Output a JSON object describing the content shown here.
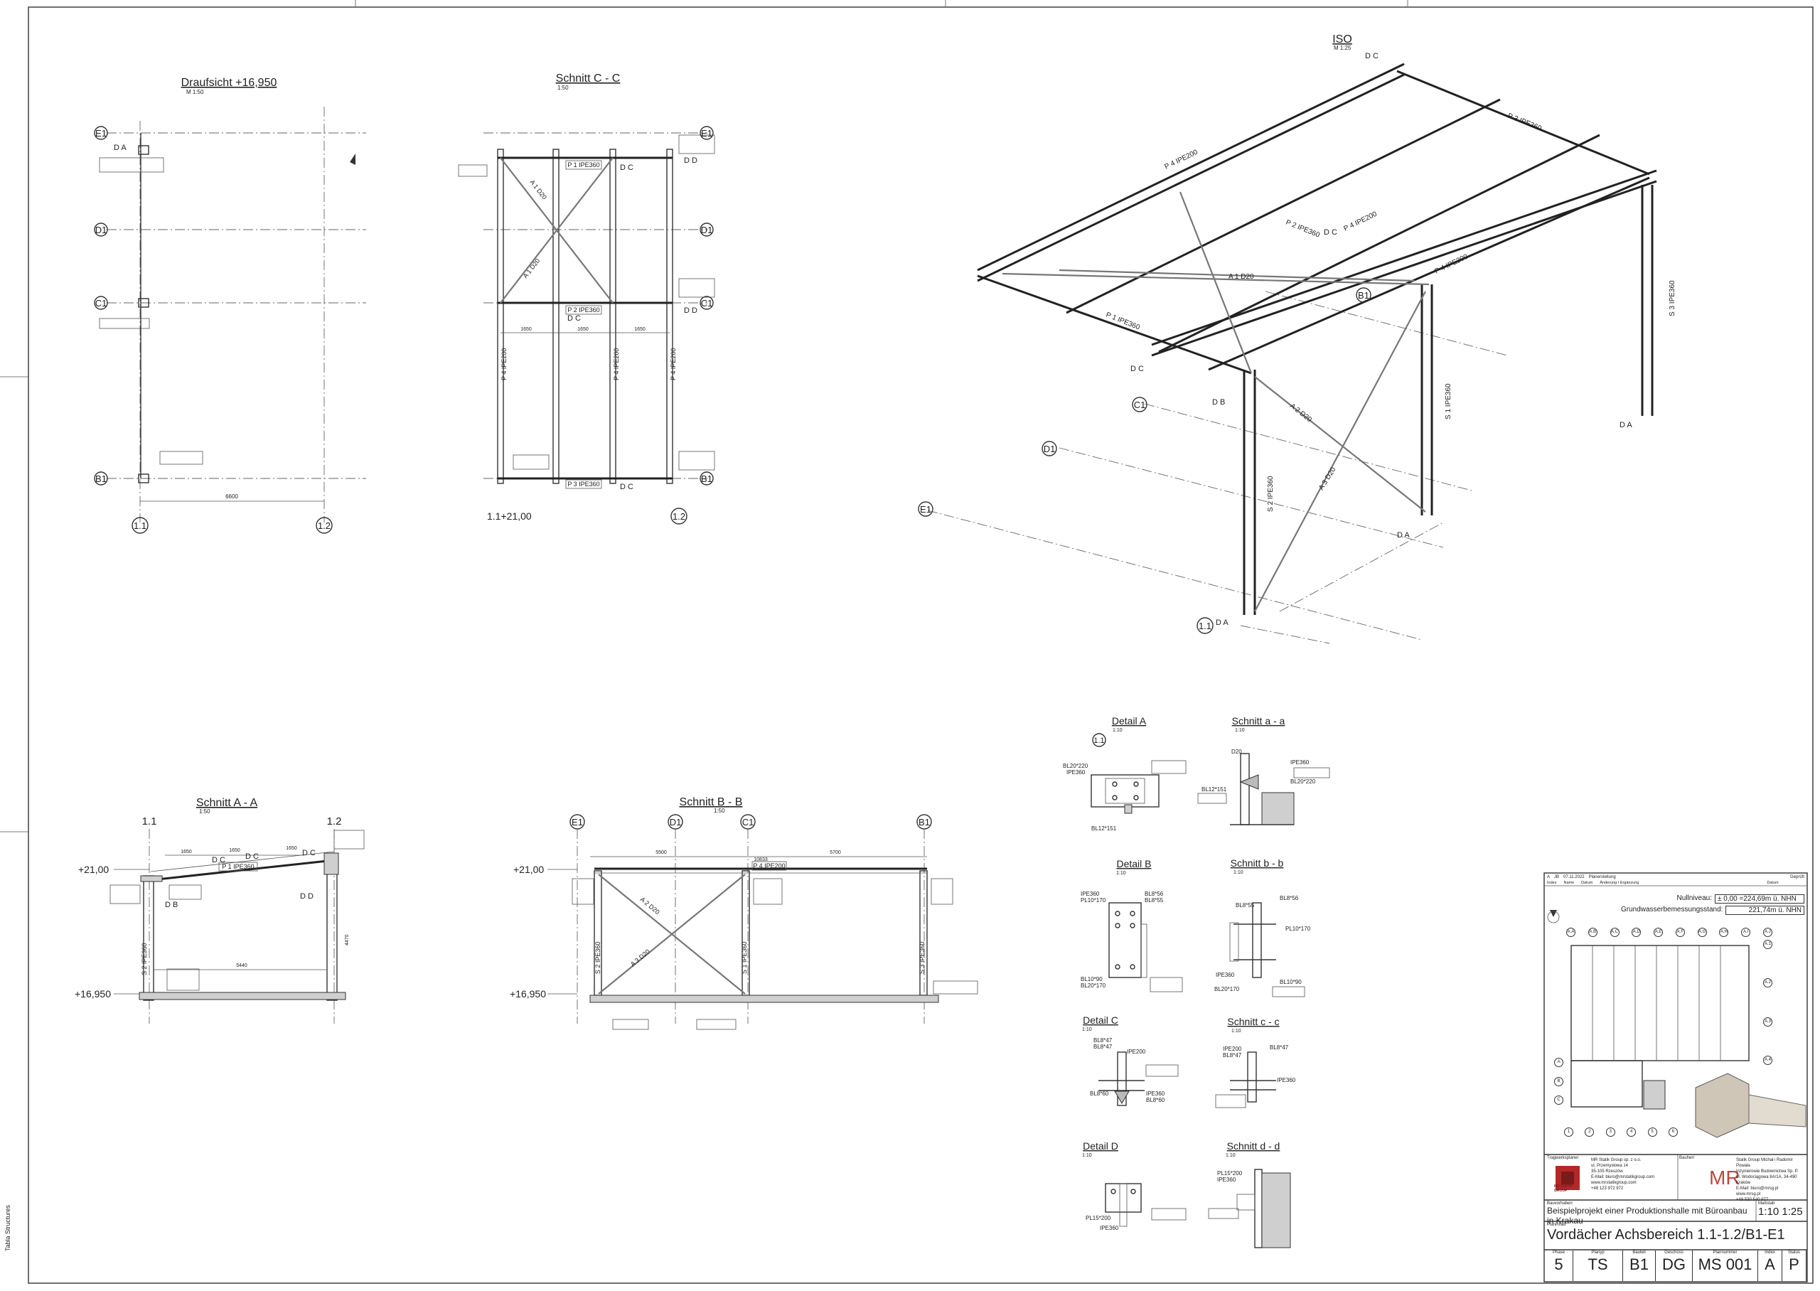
{
  "views": {
    "plan": {
      "title": "Draufsicht +16,950",
      "scale": "M 1:50",
      "dim": "6600"
    },
    "section_cc": {
      "title": "Schnitt  C - C",
      "scale": "1:50",
      "dims": [
        "1650",
        "1650",
        "1650"
      ],
      "labels": {
        "p1": "P 1  IPE360",
        "p2": "P 2  IPE360",
        "p3": "P 3  IPE360",
        "p4a": "P 4  IPE200",
        "p4b": "P 4  IPE200",
        "p4c": "P 4  IPE200",
        "a1a": "A 1  D20",
        "a1b": "A 1  D20"
      }
    },
    "iso": {
      "title": "ISO",
      "scale": "M 1:25",
      "labels": {
        "p1": "P 1  IPE360",
        "p2": "P 2  IPE360",
        "p3": "P 3  IPE360",
        "p4a": "P 4  IPE200",
        "p4b": "P 4  IPE200",
        "p4c": "P 4  IPE200",
        "s1": "S 1  IPE360",
        "s2": "S 2  IPE360",
        "s3": "S 3  IPE360",
        "a1": "A 1  D20",
        "a2": "A 2  D20",
        "a3": "A 3  D20"
      }
    },
    "section_aa": {
      "title": "Schnitt  A - A",
      "scale": "1:50",
      "dims": [
        "1650",
        "1650",
        "1650",
        "5440",
        "4470"
      ],
      "p1": "P 1  IPE360",
      "s2": "S 2  IPE360"
    },
    "section_bb": {
      "title": "Schnitt  B - B",
      "scale": "1:50",
      "dims": [
        "5500",
        "5700",
        "10833"
      ],
      "p4": "P 4  IPE200",
      "s2": "S 2  IPE360",
      "s1": "S 1  IPE360",
      "s3": "S 3  IPE360",
      "a2": "A 2  D20",
      "a3": "A 3  D20"
    }
  },
  "axes": {
    "e1": "E1",
    "d1": "D1",
    "c1": "C1",
    "b1": "B1",
    "g11": "1.1",
    "g12": "1.2",
    "g11b": "1.1",
    "g12b": "1.2"
  },
  "levels": {
    "top": "+21,00",
    "bottom": "+16,950",
    "cc_bottom": "1.1+21,00"
  },
  "details": {
    "a": {
      "title": "Detail  A",
      "scale": "1:10"
    },
    "aa": {
      "title": "Schnitt  a - a",
      "scale": "1:10"
    },
    "b": {
      "title": "Detail  B",
      "scale": "1:10"
    },
    "bb": {
      "title": "Schnitt  b - b",
      "scale": "1:10"
    },
    "c": {
      "title": "Detail  C",
      "scale": "1:10"
    },
    "cc": {
      "title": "Schnitt  c - c",
      "scale": "1:10"
    },
    "d": {
      "title": "Detail  D",
      "scale": "1:10"
    },
    "dd": {
      "title": "Schnitt  d - d",
      "scale": "1:10"
    },
    "tags": {
      "ipe360": "IPE360",
      "ipe200": "IPE200",
      "bl20": "BL20*220",
      "bl12": "BL12*151",
      "bl8a": "BL8*56",
      "bl8b": "BL8*55",
      "pl10": "PL10*170",
      "bl10": "BL10*90",
      "bl20b": "BL20*170",
      "bl8c": "BL8*47",
      "bl8d": "BL8*60",
      "pl15": "PL15*200",
      "d20": "D20"
    }
  },
  "markers": {
    "da": "D A",
    "dc": "D C",
    "dd": "D D",
    "db": "D B"
  },
  "title_block": {
    "revision_headers": [
      "Index",
      "Name",
      "Datum",
      "Änderung / Ergänzung",
      "Geprüft",
      "Datum"
    ],
    "revision_row": [
      "A",
      "JB",
      "07.11.2022",
      "Planerstellung"
    ],
    "nullniveau_label": "Nullniveau:",
    "nullniveau_value": "± 0,00 =224,69m ü. NHN",
    "gw_label": "Grundwasserbemessungsstand:",
    "gw_value": "221,74m ü. NHN",
    "grid_top": [
      "A.A",
      "A.B",
      "A.C",
      "A.D",
      "A.E",
      "A.F",
      "A.G",
      "A.H",
      "A.I",
      "A.J"
    ],
    "grid_bottom": [
      "1",
      "2",
      "3",
      "4",
      "5",
      "6"
    ],
    "grid_right": [
      "A.1",
      "A.2",
      "A.3",
      "A.4"
    ],
    "grid_left": [
      "A",
      "B",
      "C"
    ],
    "tragwerksplaner_label": "Tragwerksplaner",
    "company_name": "MR Statik Group sp. z o.o.",
    "company_lines": [
      "ul. Przemysłowa 14",
      "35-105 Rzeszów",
      "E-Mail: biuro@mrstatikgroup.com",
      "www.mrstatikgroup.com",
      "+48 123 972 972"
    ],
    "logo_text": "MR STATIK GROUP",
    "bauherr_label": "Bauherr",
    "bauherr_name": "Statik Group Michał i Radomir Powała",
    "bauherr_lines": [
      "Inżynierowie Budownictwa Sp. P.",
      "ul. Wodociągowa 8A/1A, 34-490 Kraków",
      "E-Mail: biuro@mrsg.pl",
      "www.mrsg.pl",
      "+48 530 540 977"
    ],
    "bauvorhaben_label": "Bauvorhaben",
    "bauvorhaben": "Beispielprojekt einer Produktionshalle mit Büroanbau  in Krakau",
    "massstab_label": "Maßstab",
    "massstab": "1:10  1:25",
    "planinhalt_label": "Planinhalt",
    "planinhalt": "Vordächer Achsbereich 1.1-1.2/B1-E1",
    "bottom_headers": [
      "Phase",
      "Planyp",
      "Bauteil",
      "Geschoss",
      "Plannummer",
      "Index",
      "Status"
    ],
    "bottom_values": [
      "5",
      "TS",
      "B1",
      "DG",
      "MS 001",
      "A",
      "P"
    ],
    "side_note": "Tabla Structures"
  }
}
